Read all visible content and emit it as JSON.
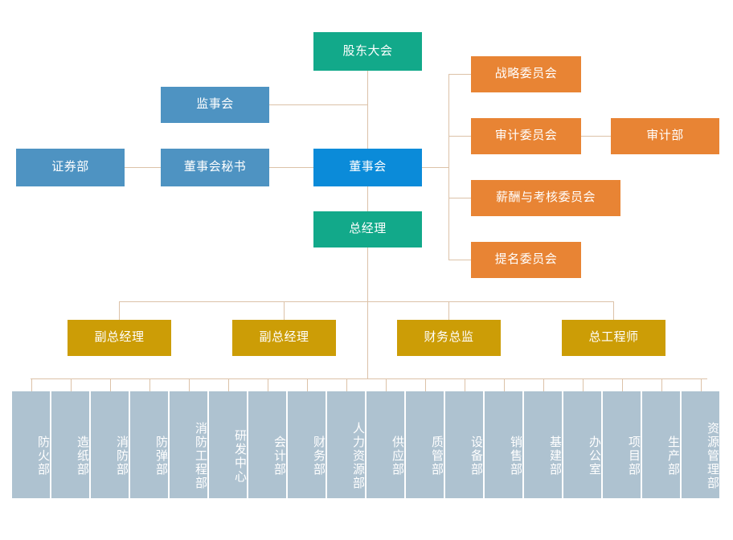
{
  "chart": {
    "title": "Corporate Organization Chart",
    "palette": {
      "teal": "#12A98A",
      "blue": "#4E93C2",
      "blue_dark": "#0B8BD9",
      "orange": "#E88434",
      "gold": "#CC9D06",
      "slate": "#AEC2D0",
      "connector": "#DCC2A8",
      "background": "#FFFFFF"
    }
  },
  "governance": {
    "shareholders_meeting": "股东大会",
    "supervisory_board": "监事会",
    "securities_dept": "证券部",
    "board_secretary": "董事会秘书",
    "board_of_directors": "董事会",
    "general_manager": "总经理"
  },
  "committees": [
    {
      "label": "战略委员会"
    },
    {
      "label": "审计委员会"
    },
    {
      "label": "薪酬与考核委员会"
    },
    {
      "label": "提名委员会"
    }
  ],
  "audit_dept": "审计部",
  "executives": [
    {
      "label": "副总经理"
    },
    {
      "label": "副总经理"
    },
    {
      "label": "财务总监"
    },
    {
      "label": "总工程师"
    }
  ],
  "departments": [
    {
      "label": "防火部"
    },
    {
      "label": "造纸部"
    },
    {
      "label": "消防部"
    },
    {
      "label": "防弹部"
    },
    {
      "label": "消防工程部"
    },
    {
      "label": "研发中心"
    },
    {
      "label": "会计部"
    },
    {
      "label": "财务部"
    },
    {
      "label": "人力资源部"
    },
    {
      "label": "供应部"
    },
    {
      "label": "质管部"
    },
    {
      "label": "设备部"
    },
    {
      "label": "销售部"
    },
    {
      "label": "基建部"
    },
    {
      "label": "办公室"
    },
    {
      "label": "项目部"
    },
    {
      "label": "生产部"
    },
    {
      "label": "资源管理部"
    }
  ]
}
